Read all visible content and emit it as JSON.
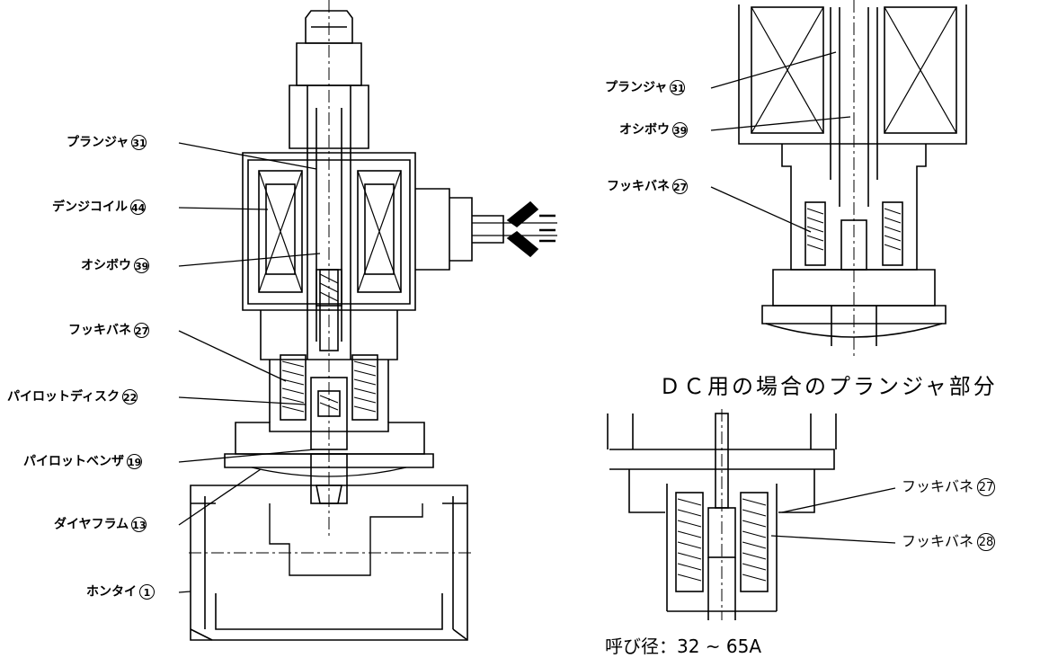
{
  "main_labels": [
    {
      "text": "プランジャ",
      "num": "31"
    },
    {
      "text": "デンジコイル",
      "num": "44"
    },
    {
      "text": "オシボウ",
      "num": "39"
    },
    {
      "text": "フッキバネ",
      "num": "27"
    },
    {
      "text": "パイロットディスク",
      "num": "22"
    },
    {
      "text": "パイロットベンザ",
      "num": "19"
    },
    {
      "text": "ダイヤフラム",
      "num": "13"
    },
    {
      "text": "ホンタイ",
      "num": "1"
    }
  ],
  "dc_labels": [
    {
      "text": "プランジャ",
      "num": "31"
    },
    {
      "text": "オシボウ",
      "num": "39"
    },
    {
      "text": "フッキバネ",
      "num": "27"
    }
  ],
  "size_labels": [
    {
      "text": "フッキバネ",
      "num": "27"
    },
    {
      "text": "フッキバネ",
      "num": "28"
    }
  ],
  "captions": {
    "dc": "ＤＣ用の場合のプランジャ部分",
    "size": "呼び径：32 ~ 65A"
  }
}
